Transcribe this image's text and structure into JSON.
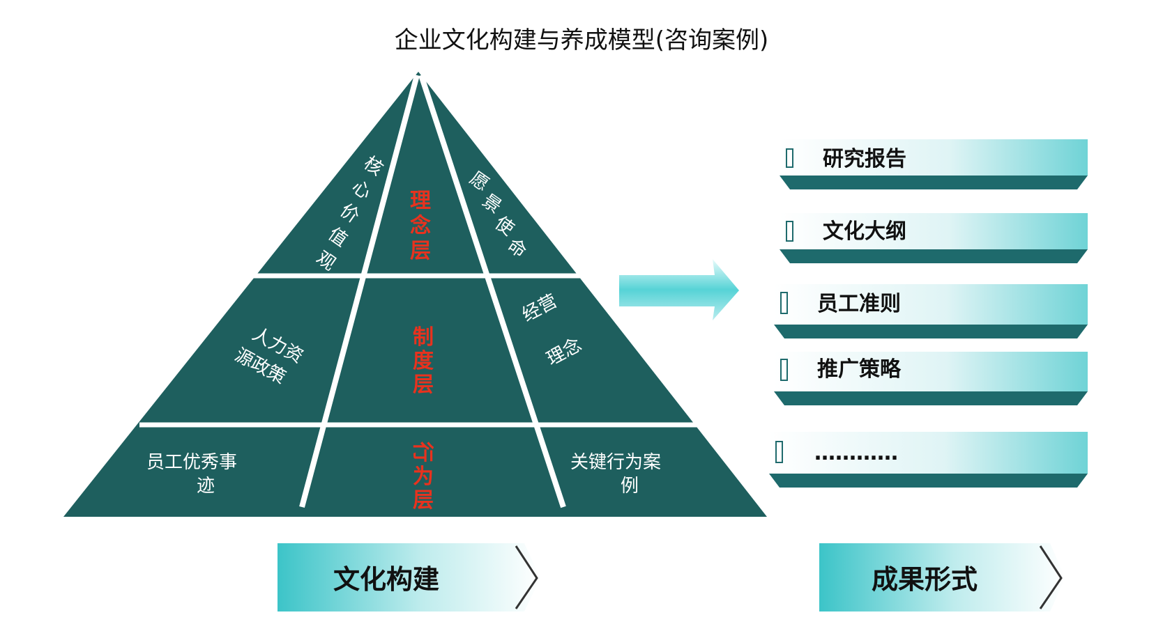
{
  "title": "企业文化构建与养成模型(咨询案例)",
  "colors": {
    "pyramid": "#1e5f5e",
    "divider": "#ffffff",
    "layer_label": "#e8321e",
    "accent_cyan": "#40c8cc"
  },
  "pyramid": {
    "top": {
      "left": "核心价值观",
      "center": "理念层",
      "right": "愿景使命"
    },
    "middle": {
      "left_line1": "人力资",
      "left_line2": "源政策",
      "center": "制度层",
      "right_line1": "经营",
      "right_line2": "理念"
    },
    "bottom": {
      "left_line1": "员工优秀事",
      "left_line2": "迹",
      "center": "行为层",
      "right_line1": "关键行为案",
      "right_line2": "例"
    }
  },
  "outputs": [
    "研究报告",
    "文化大纲",
    "员工准则",
    "推广策略",
    "…………"
  ],
  "tabs": {
    "left": "文化构建",
    "right": "成果形式"
  }
}
